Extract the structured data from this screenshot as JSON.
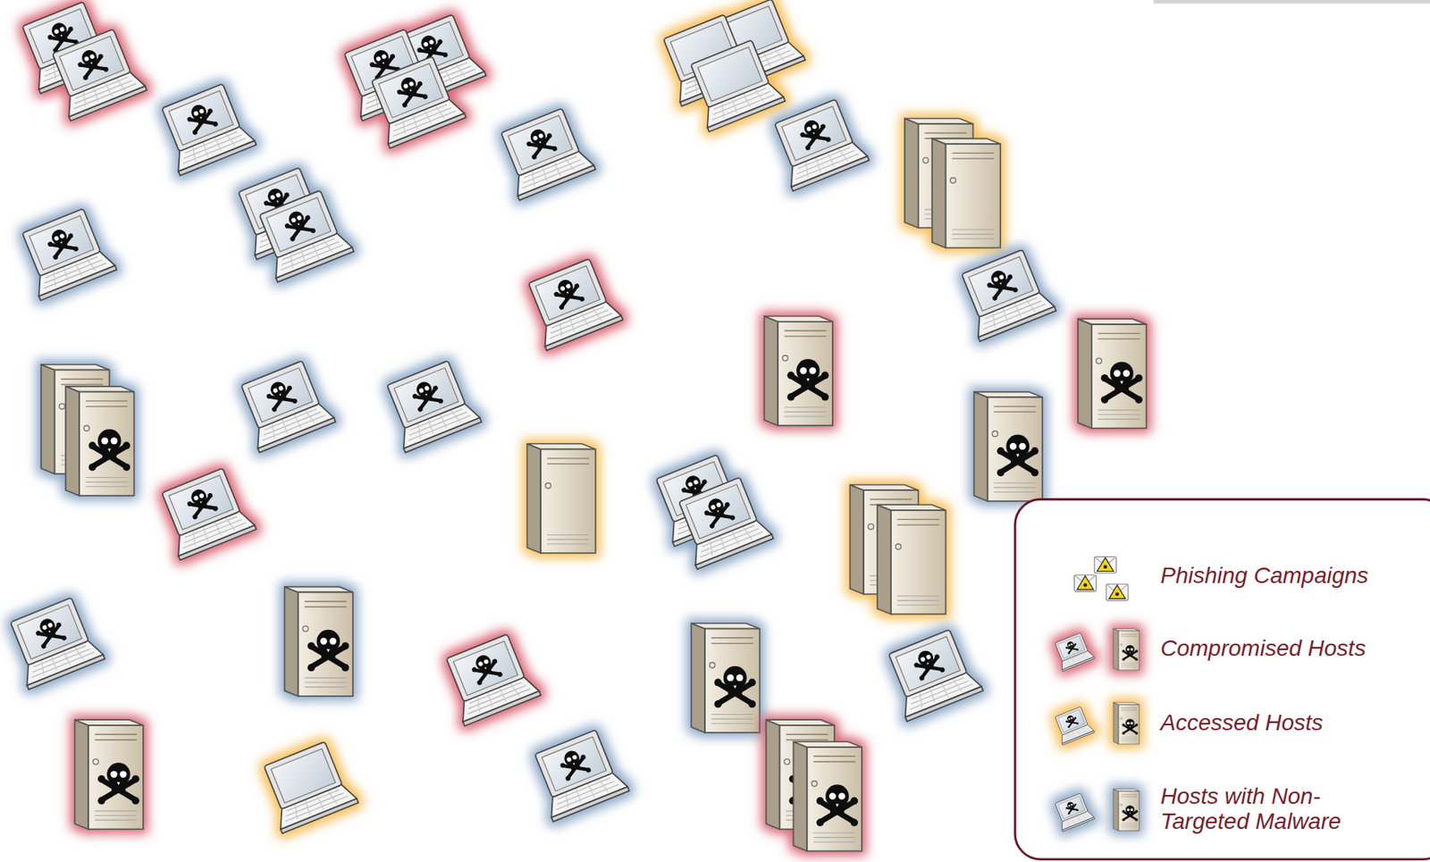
{
  "diagram": {
    "legend": [
      {
        "text": "Phishing Campaigns"
      },
      {
        "text": "Compromised Hosts"
      },
      {
        "text": "Accessed Hosts"
      },
      {
        "text": "Hosts with Non-Targeted Malware"
      }
    ]
  }
}
